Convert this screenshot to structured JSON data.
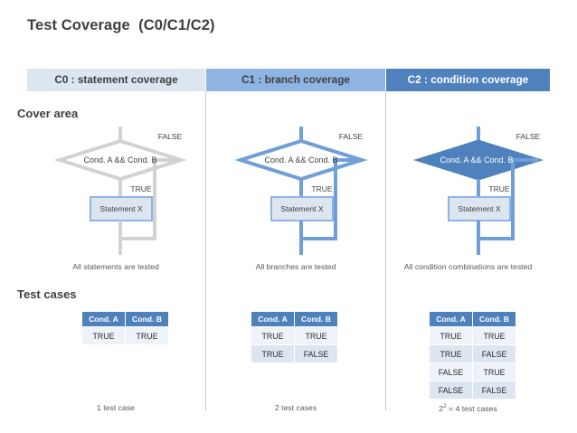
{
  "slide": {
    "title": "Test Coverage  (C0/C1/C2)"
  },
  "rows": {
    "cover_area_label": "Cover area",
    "test_cases_label": "Test cases"
  },
  "colors": {
    "header_c0_bg": "#dce6f1",
    "header_c1_bg": "#8eb4e3",
    "header_c2_bg": "#4f81bd",
    "flow_gray": "#d2d2d2",
    "flow_blue": "#6f9fd8",
    "diamond_fill_blue": "#4f81bd",
    "statement_box_fill": "#dce6f1",
    "statement_box_border": "#8eb4e3",
    "table_header_bg": "#4f81bd",
    "table_row_dark": "#dce6f1",
    "table_row_light": "#eef3f9",
    "divider": "#c9c9c9",
    "text_dark": "#3f3f3f",
    "text_caption": "#595959"
  },
  "columns": [
    {
      "id": "c0",
      "header": "C0 : statement coverage",
      "flow": {
        "decision_label": "Cond. A && Cond. B",
        "true_label": "TRUE",
        "false_label": "FALSE",
        "statement_label": "Statement X",
        "highlight": "statement-only"
      },
      "flow_caption": "All statements are tested",
      "table": {
        "headers": [
          "Cond. A",
          "Cond. B"
        ],
        "rows": [
          [
            "TRUE",
            "TRUE"
          ]
        ]
      },
      "table_caption": "1 test case",
      "table_caption_base": "1 test case",
      "table_caption_sup": ""
    },
    {
      "id": "c1",
      "header": "C1 : branch coverage",
      "flow": {
        "decision_label": "Cond. A && Cond. B",
        "true_label": "TRUE",
        "false_label": "FALSE",
        "statement_label": "Statement X",
        "highlight": "branches"
      },
      "flow_caption": "All branches are tested",
      "table": {
        "headers": [
          "Cond. A",
          "Cond. B"
        ],
        "rows": [
          [
            "TRUE",
            "TRUE"
          ],
          [
            "TRUE",
            "FALSE"
          ]
        ]
      },
      "table_caption": "2 test cases",
      "table_caption_base": "2 test cases",
      "table_caption_sup": ""
    },
    {
      "id": "c2",
      "header": "C2 : condition coverage",
      "flow": {
        "decision_label": "Cond. A && Cond. B",
        "true_label": "TRUE",
        "false_label": "FALSE",
        "statement_label": "Statement X",
        "highlight": "conditions"
      },
      "flow_caption": "All condition combinations are tested",
      "table": {
        "headers": [
          "Cond. A",
          "Cond. B"
        ],
        "rows": [
          [
            "TRUE",
            "TRUE"
          ],
          [
            "TRUE",
            "FALSE"
          ],
          [
            "FALSE",
            "TRUE"
          ],
          [
            "FALSE",
            "FALSE"
          ]
        ]
      },
      "table_caption": "2² = 4 test cases",
      "table_caption_base": "2",
      "table_caption_sup": "2",
      "table_caption_rest": " = 4 test cases"
    }
  ]
}
